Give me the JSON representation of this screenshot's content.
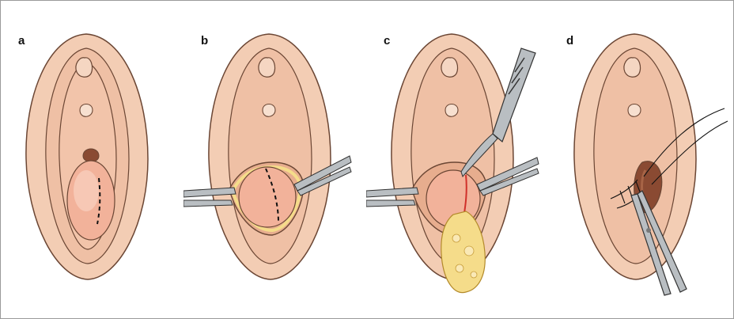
{
  "panels": [
    {
      "id": "a",
      "label": "a"
    },
    {
      "id": "b",
      "label": "b"
    },
    {
      "id": "c",
      "label": "c"
    },
    {
      "id": "d",
      "label": "d"
    }
  ],
  "colors": {
    "skin": "#f3cdb4",
    "skin_shadow": "#e7ad8e",
    "outline": "#6b4634",
    "mucosa": "#f0b9a0",
    "cyst": "#f2b29a",
    "fat": "#f5dc8a",
    "cavity": "#8a4a32",
    "instrument": "#b9bec2",
    "blood": "#d0302a"
  },
  "icons": [
    "forceps-icon",
    "scalpel-icon",
    "needle-holder-icon",
    "suture-icon"
  ]
}
